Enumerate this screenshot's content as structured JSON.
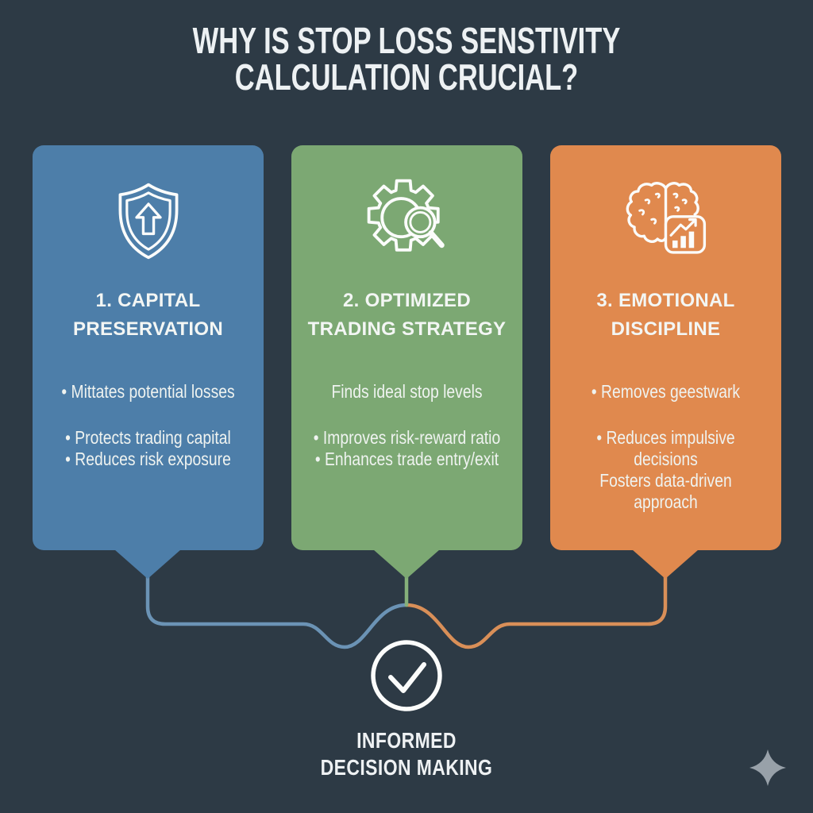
{
  "title": {
    "line1": "WHY IS STOP LOSS SENSTIVITY",
    "line2": "CALCULATION CRUCIAL?"
  },
  "cards": [
    {
      "icon": "shield-up-arrow-icon",
      "heading_line1": "1. CAPITAL",
      "heading_line2": "PRESERVATION",
      "bullets": [
        "• Mittates potential losses",
        "• Protects trading capital",
        "• Reduces risk exposure"
      ],
      "color": "#4d7ea9"
    },
    {
      "icon": "gear-magnifier-icon",
      "heading_line1": "2. OPTIMIZED",
      "heading_line2": "TRADING STRATEGY",
      "bullets": [
        "Finds ideal stop levels",
        "• Improves risk-reward ratio",
        "• Enhances trade entry/exit"
      ],
      "color": "#7ca873"
    },
    {
      "icon": "brain-chart-icon",
      "heading_line1": "3. EMOTIONAL",
      "heading_line2": "DISCIPLINE",
      "bullets": [
        "• Removes geestwark",
        "• Reduces impulsive decisions",
        "Fosters data-driven approach"
      ],
      "color": "#e0894e"
    }
  ],
  "footer": {
    "icon": "check-circle-icon",
    "line1": "INFORMED",
    "line2": "DECISION MAKING"
  },
  "colors": {
    "background": "#2d3a45",
    "card_blue": "#4d7ea9",
    "card_green": "#7ca873",
    "card_orange": "#e0894e",
    "connector_blue": "#6b93b5",
    "connector_green": "#85b07a",
    "connector_orange": "#d98f58",
    "text_light": "#f1f4f2",
    "sparkle": "#98a1a9"
  }
}
